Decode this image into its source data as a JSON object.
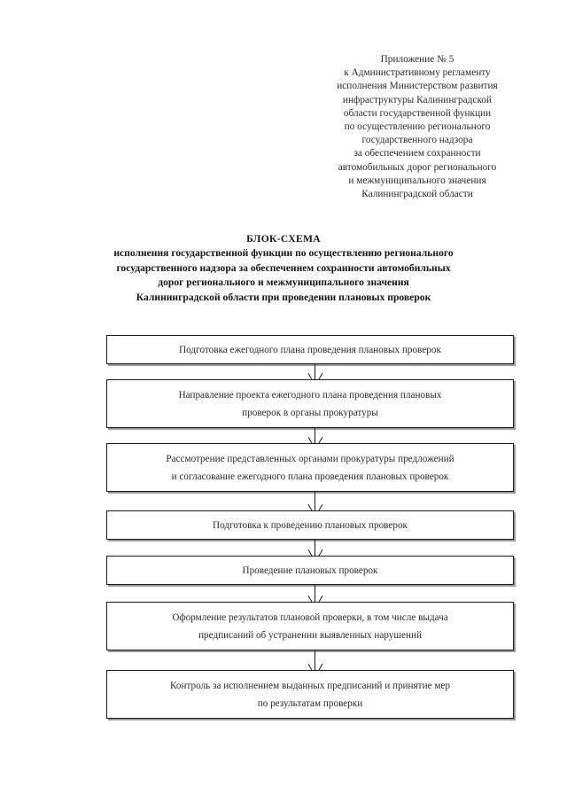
{
  "document": {
    "appendix_header": {
      "lines": [
        "Приложение № 5",
        "к Административному регламенту",
        "исполнения Министерством развития",
        "инфраструктуры Калининградской",
        "области государственной функции",
        "по осуществлению регионального",
        "государственного надзора",
        "за обеспечением сохранности",
        "автомобильных дорог регионального",
        "и межмуниципального значения",
        "Калининградской области"
      ]
    },
    "title": {
      "heading": "БЛОК-СХЕМА",
      "subtitle_lines": [
        "исполнения государственной функции по осуществлению регионального",
        "государственного надзора за обеспечением сохранности автомобильных",
        "дорог регионального и межмуниципального значения",
        "Калининградской области при проведении плановых проверок"
      ]
    },
    "flowchart": {
      "nodes": [
        {
          "id": 1,
          "text": "Подготовка ежегодного плана проведения плановых проверок"
        },
        {
          "id": 2,
          "text": "Направление проекта ежегодного плана проведения плановых\nпроверок в органы прокуратуры"
        },
        {
          "id": 3,
          "text": "Рассмотрение представленных органами прокуратуры предложений\nи согласование ежегодного плана проведения плановых проверок"
        },
        {
          "id": 4,
          "text": "Подготовка к проведению плановых проверок"
        },
        {
          "id": 5,
          "text": "Проведение плановых проверок"
        },
        {
          "id": 6,
          "text": "Оформление результатов плановой проверки, в том числе выдача\nпредписаний об устранении выявленных нарушений"
        },
        {
          "id": 7,
          "text": "Контроль за исполнением выданных предписаний и принятие мер\nпо результатам проверки"
        }
      ],
      "connector_icon": "down-arrow-icon",
      "colors": {
        "border": "#1a1a1a",
        "shadow": "#9a9a9a",
        "text": "#2b2b2b",
        "background": "#ffffff"
      }
    }
  }
}
